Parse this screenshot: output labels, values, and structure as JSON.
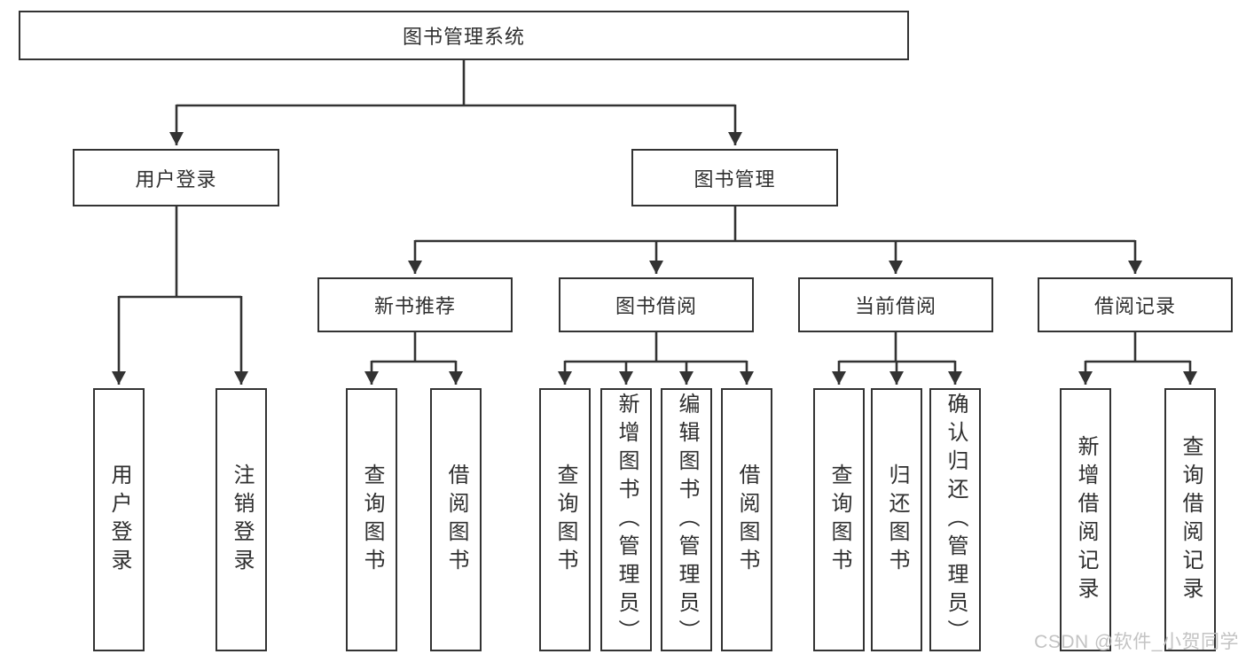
{
  "diagram": {
    "title": "图书管理系统",
    "level2": {
      "user_login": "用户登录",
      "book_mgmt": "图书管理"
    },
    "level3": {
      "new_book_recommend": "新书推荐",
      "book_borrow": "图书借阅",
      "current_borrow": "当前借阅",
      "borrow_record": "借阅记录"
    },
    "leaves": {
      "user_login": [
        "用户登录",
        "注销登录"
      ],
      "new_book_recommend": [
        "查询图书",
        "借阅图书"
      ],
      "book_borrow": [
        "查询图书",
        "新增图书（管理员）",
        "编辑图书（管理员）",
        "借阅图书"
      ],
      "current_borrow": [
        "查询图书",
        "归还图书",
        "确认归还（管理员）"
      ],
      "borrow_record": [
        "新增借阅记录",
        "查询借阅记录"
      ]
    }
  },
  "watermark": "CSDN @软件_小贺同学",
  "colors": {
    "line": "#333333",
    "text": "#2f2f2f",
    "watermark": "#c3c3c3",
    "background": "#ffffff"
  }
}
